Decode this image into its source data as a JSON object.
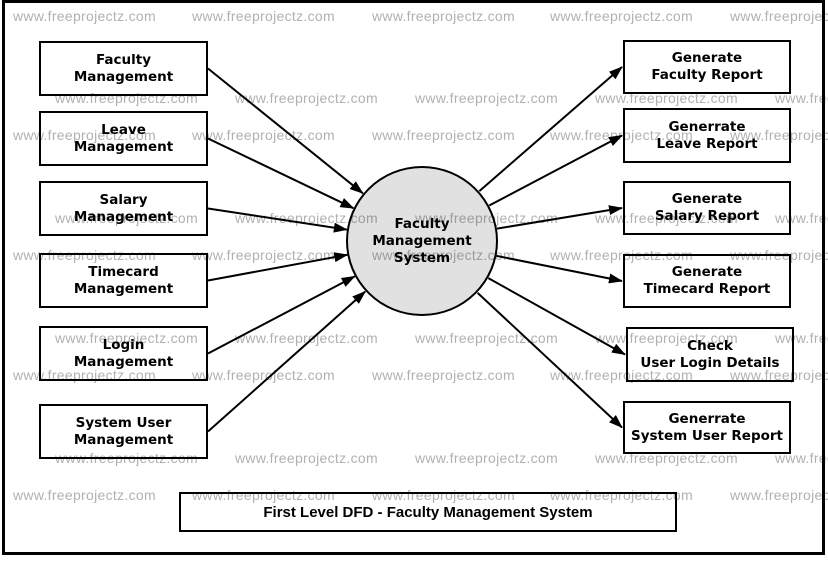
{
  "diagram": {
    "watermark": {
      "text": "www.freeprojectz.com",
      "color": "#b1b1b1"
    },
    "colors": {
      "process_fill": "#e1e1e1",
      "line": "#000000",
      "box_fill": "#ffffff"
    },
    "process": {
      "label": "Faculty\nManagement\nSystem"
    },
    "left_nodes": [
      {
        "label": "Faculty\nManagement"
      },
      {
        "label": "Leave\nManagement"
      },
      {
        "label": "Salary\nManagement"
      },
      {
        "label": "Timecard\nManagement"
      },
      {
        "label": "Login\nManagement"
      },
      {
        "label": "System User\nManagement"
      }
    ],
    "right_nodes": [
      {
        "label": "Generate\nFaculty Report"
      },
      {
        "label": "Generrate\nLeave Report"
      },
      {
        "label": "Generate\nSalary Report"
      },
      {
        "label": "Generate\nTimecard Report"
      },
      {
        "label": "Check\nUser Login Details"
      },
      {
        "label": "Generrate\nSystem User Report"
      }
    ],
    "title_box": {
      "label": "First Level DFD - Faculty Management System"
    }
  }
}
